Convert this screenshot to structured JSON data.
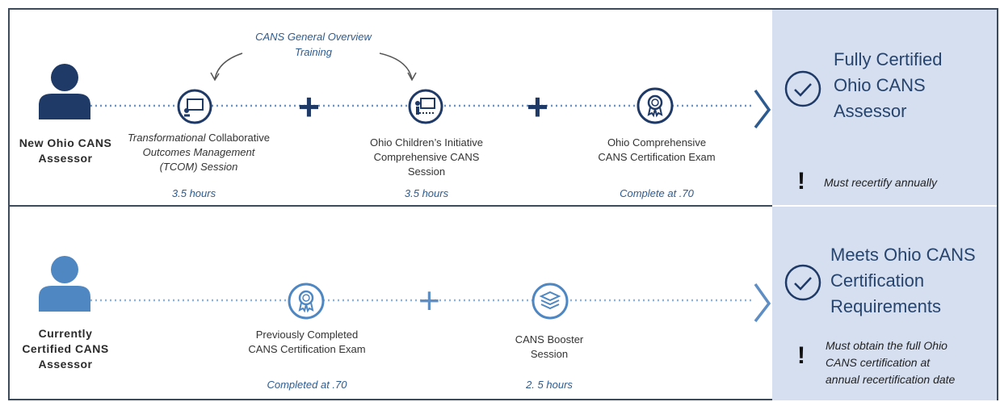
{
  "top_row": {
    "person_label": "New Ohio CANS Assessor",
    "overview_note": "CANS General Overview Training",
    "steps": [
      {
        "label_italic": "Transformational",
        "label_rest": " Collaborative",
        "label_line2": "Outcomes Management",
        "label_line3": "(TCOM) Session",
        "detail": "3.5 hours",
        "icon": "presentation-icon"
      },
      {
        "label_line1": "Ohio Children’s Initiative",
        "label_line2": "Comprehensive CANS",
        "label_line3": "Session",
        "detail": "3.5 hours",
        "icon": "trainer-presentation-icon"
      },
      {
        "label_line1": "Ohio Comprehensive",
        "label_line2": "CANS Certification Exam",
        "detail": "Complete at .70",
        "icon": "certification-badge-icon"
      }
    ],
    "plus_symbols": [
      "+",
      "+"
    ],
    "result_title_lines": [
      "Fully Certified",
      "Ohio CANS",
      "Assessor"
    ],
    "note_mark": "!",
    "note": "Must recertify annually"
  },
  "bottom_row": {
    "person_label": "Currently Certified CANS Assessor",
    "steps": [
      {
        "label_line1": "Previously Completed",
        "label_line2": "CANS Certification Exam",
        "detail": "Completed at .70",
        "icon": "certification-badge-icon"
      },
      {
        "label_line1": "CANS Booster",
        "label_line2": "Session",
        "detail": "2. 5 hours",
        "icon": "book-stack-icon"
      }
    ],
    "plus_symbols": [
      "+"
    ],
    "result_title_lines": [
      "Meets Ohio CANS",
      "Certification",
      "Requirements"
    ],
    "note_mark": "!",
    "note_lines": [
      "Must obtain the full Ohio",
      "CANS certification at",
      "annual recertification date"
    ]
  },
  "colors": {
    "dark_navy": "#1f3a66",
    "light_blue": "#4f87c2",
    "panel": "#d5dff0",
    "accent_text": "#2e5b8f"
  }
}
